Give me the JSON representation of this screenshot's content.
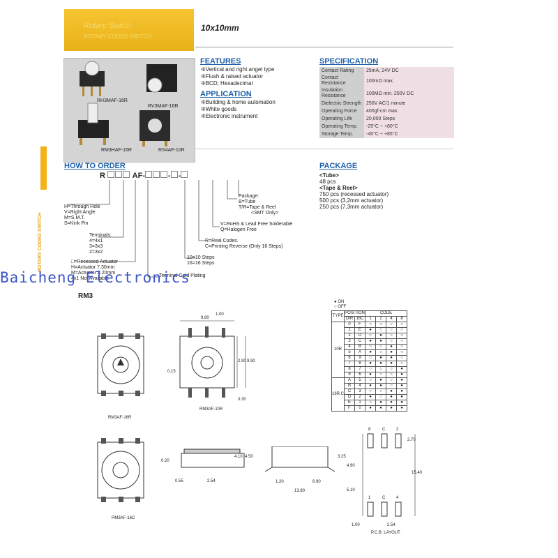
{
  "banner": {
    "line1": "Rotary Switch",
    "line2": "ROTARY CODED SWITCH",
    "size": "10x10mm"
  },
  "photo_captions": [
    "RH3MAF-16R",
    "RV3MAF-16R",
    "RM3HAF-16R",
    "RS4AF-10R"
  ],
  "features": {
    "title": "FEATURES",
    "items": [
      "❊Vertical and right angel type",
      "❊Flush & raised actuator",
      "❊BCD; Hexadecimal"
    ]
  },
  "application": {
    "title": "APPLICATION",
    "items": [
      "❊Building & home automation",
      "❊White goods",
      "❊Electronic instrument"
    ]
  },
  "specification": {
    "title": "SPECIFICATION",
    "rows": [
      {
        "k": "Contact Rating",
        "v": "25mA, 24V DC"
      },
      {
        "k": "Contact Resistance",
        "v": "100mΩ max."
      },
      {
        "k": "Insulation Resistance",
        "v": "100MΩ min. 250V DC"
      },
      {
        "k": "Dielectric Strength",
        "v": "250V AC/1 minute"
      },
      {
        "k": "Operating Force",
        "v": "400gf-cm max."
      },
      {
        "k": "Operating Life",
        "v": "20,000 Steps"
      },
      {
        "k": "Operating Temp.",
        "v": "-25°C ~ +80°C"
      },
      {
        "k": "Storage Temp.",
        "v": "-40°C ~ +85°C"
      }
    ]
  },
  "how_to_order": {
    "title": "HOW TO ORDER",
    "code_r": "R",
    "code_af": "AF",
    "package_note": [
      "Package:",
      "B=Tube",
      "T/R=Tape & Reel",
      "<SMT Only>"
    ],
    "rohs_note": [
      "V=RoHS & Lead Free Solderable",
      "Q=Halogen Free"
    ],
    "real_note": [
      "R=Real Codes.",
      "C=Printing Reverse (Only 16 Steps)"
    ],
    "steps_note": [
      "10=10 Steps",
      "16=16 Steps"
    ],
    "type_note": [
      "H=Through Hole",
      "V=Right Angle",
      "M=S.M.T.",
      "S=Kink Pin"
    ],
    "terminals_note": [
      "Terminals:",
      "4=4x1",
      "3=3x3",
      "2=3x2"
    ],
    "actuator_note": [
      "□=Recessed Actuator",
      "H=Actuator 7.30mm",
      "M=Actuator 3.20mm",
      "4x1 Not Available"
    ],
    "plating_note": "Terminal Gold Plating"
  },
  "package": {
    "title": "PACKAGE",
    "tube": "<Tube>",
    "tube_qty": "48 pcs",
    "reel": "<Tape & Reel>",
    "reel_lines": [
      "750 pcs (recessed actuator)",
      "500 pcs (3,2mm actuator)",
      "250 pcs (7,3mm actuator)"
    ]
  },
  "side_label": "ROTARY CODED SWITCH",
  "watermark": "Baicheng Electronics",
  "series": "RM3",
  "drawing_labels": {
    "d1": "RM3AF-16R",
    "d2": "RM3AF-10R",
    "d3": "RM3AF-16C",
    "pcb": "P.C.B. LAYOUT"
  },
  "dims": {
    "a": "9.80",
    "b": "1.00",
    "c": "2.90",
    "d": "9.90",
    "e": "0.15",
    "f": "0.30",
    "g": "0.20",
    "h": "4.10",
    "i": "4.50",
    "j": "0.55",
    "k": "2.54",
    "l": "1.20",
    "m": "6.90",
    "n": "13.80",
    "o": "3.25",
    "p": "4.90",
    "q": "5.10",
    "r": "15.40",
    "s": "2.70",
    "t": "1.00",
    "u": "2.54"
  },
  "code_table": {
    "legend_on": "● ON",
    "legend_off": "○ OFF",
    "type_header": "TYPE",
    "position_header": "POSITION",
    "code_header": "CODE",
    "col_dir": "DIR",
    "col_16c": "16C",
    "cols": [
      "1",
      "2",
      "4",
      "8"
    ],
    "type_10r": "10R",
    "type_16rc": "16R,C",
    "rows": [
      [
        "0",
        "F"
      ],
      [
        "1",
        "E"
      ],
      [
        "2",
        "D"
      ],
      [
        "3",
        "C"
      ],
      [
        "4",
        "B"
      ],
      [
        "5",
        "A"
      ],
      [
        "6",
        "9"
      ],
      [
        "7",
        "8"
      ],
      [
        "8",
        "7"
      ],
      [
        "9",
        "6"
      ],
      [
        "A",
        "5"
      ],
      [
        "B",
        "4"
      ],
      [
        "C",
        "3"
      ],
      [
        "D",
        "2"
      ],
      [
        "E",
        "1"
      ],
      [
        "F",
        "0"
      ]
    ]
  },
  "pcb_pins_top": [
    "8",
    "C",
    "2"
  ],
  "pcb_pins_bottom": [
    "1",
    "C",
    "4"
  ]
}
